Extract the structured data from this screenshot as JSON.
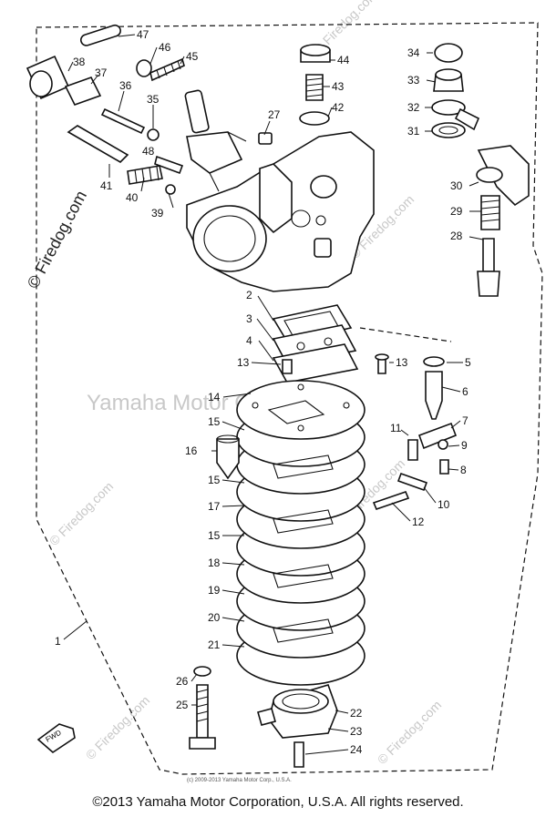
{
  "diagram": {
    "watermark_center": "Yamaha Motor Corp., U.S.A.",
    "watermark_site": "© Firedog.com",
    "fine_print": "(c) 2009-2013 Yamaha Motor Corp., U.S.A.",
    "fwd_label": "FWD",
    "callouts": [
      {
        "id": "p47",
        "label": "47"
      },
      {
        "id": "p46",
        "label": "46"
      },
      {
        "id": "p45",
        "label": "45"
      },
      {
        "id": "p38",
        "label": "38"
      },
      {
        "id": "p37",
        "label": "37"
      },
      {
        "id": "p36",
        "label": "36"
      },
      {
        "id": "p35",
        "label": "35"
      },
      {
        "id": "p48",
        "label": "48"
      },
      {
        "id": "p41",
        "label": "41"
      },
      {
        "id": "p40",
        "label": "40"
      },
      {
        "id": "p39",
        "label": "39"
      },
      {
        "id": "p27",
        "label": "27"
      },
      {
        "id": "p44",
        "label": "44"
      },
      {
        "id": "p43",
        "label": "43"
      },
      {
        "id": "p42",
        "label": "42"
      },
      {
        "id": "p34",
        "label": "34"
      },
      {
        "id": "p33",
        "label": "33"
      },
      {
        "id": "p32",
        "label": "32"
      },
      {
        "id": "p31",
        "label": "31"
      },
      {
        "id": "p30",
        "label": "30"
      },
      {
        "id": "p29",
        "label": "29"
      },
      {
        "id": "p28",
        "label": "28"
      },
      {
        "id": "p2",
        "label": "2"
      },
      {
        "id": "p3",
        "label": "3"
      },
      {
        "id": "p4",
        "label": "4"
      },
      {
        "id": "p13a",
        "label": "13"
      },
      {
        "id": "p13b",
        "label": "13"
      },
      {
        "id": "p5",
        "label": "5"
      },
      {
        "id": "p6",
        "label": "6"
      },
      {
        "id": "p14",
        "label": "14"
      },
      {
        "id": "p15a",
        "label": "15"
      },
      {
        "id": "p7",
        "label": "7"
      },
      {
        "id": "p11",
        "label": "11"
      },
      {
        "id": "p9",
        "label": "9"
      },
      {
        "id": "p16",
        "label": "16"
      },
      {
        "id": "p8",
        "label": "8"
      },
      {
        "id": "p15b",
        "label": "15"
      },
      {
        "id": "p10",
        "label": "10"
      },
      {
        "id": "p17",
        "label": "17"
      },
      {
        "id": "p12",
        "label": "12"
      },
      {
        "id": "p15c",
        "label": "15"
      },
      {
        "id": "p18",
        "label": "18"
      },
      {
        "id": "p19",
        "label": "19"
      },
      {
        "id": "p20",
        "label": "20"
      },
      {
        "id": "p21",
        "label": "21"
      },
      {
        "id": "p1",
        "label": "1"
      },
      {
        "id": "p26",
        "label": "26"
      },
      {
        "id": "p25",
        "label": "25"
      },
      {
        "id": "p22",
        "label": "22"
      },
      {
        "id": "p23",
        "label": "23"
      },
      {
        "id": "p24",
        "label": "24"
      }
    ]
  },
  "footer": {
    "copyright": "©2013 Yamaha Motor Corporation, U.S.A. All rights reserved."
  }
}
